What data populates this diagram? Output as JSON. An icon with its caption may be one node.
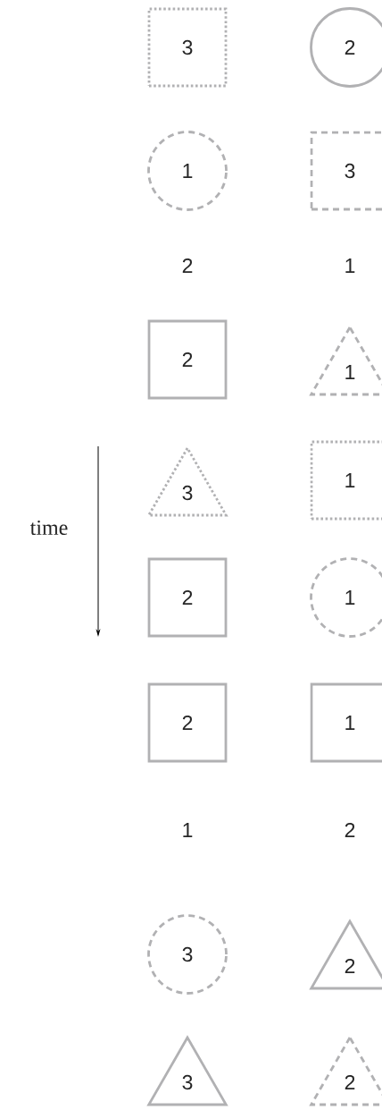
{
  "diagram": {
    "nodes": [
      {
        "text": [
          "3"
        ]
      },
      {
        "text": [
          "2"
        ]
      },
      {
        "text": [
          "1"
        ]
      },
      {
        "text": [
          "3"
        ]
      },
      {
        "text": [
          "2"
        ]
      },
      {
        "text": [
          "1"
        ]
      },
      {
        "text": [
          "3"
        ]
      },
      {
        "text": [
          "1"
        ]
      },
      {
        "text": [
          "2"
        ]
      },
      {
        "text": [
          "1"
        ]
      },
      {
        "text": [
          "2"
        ]
      },
      {
        "text": [
          "1"
        ]
      },
      {
        "text": [
          "3"
        ]
      },
      {
        "text": [
          "2"
        ]
      },
      {
        "text": [
          "3"
        ]
      },
      {
        "text": [
          "2"
        ]
      }
    ],
    "labels": [
      "2",
      "1",
      "time",
      "1",
      "2"
    ]
  }
}
